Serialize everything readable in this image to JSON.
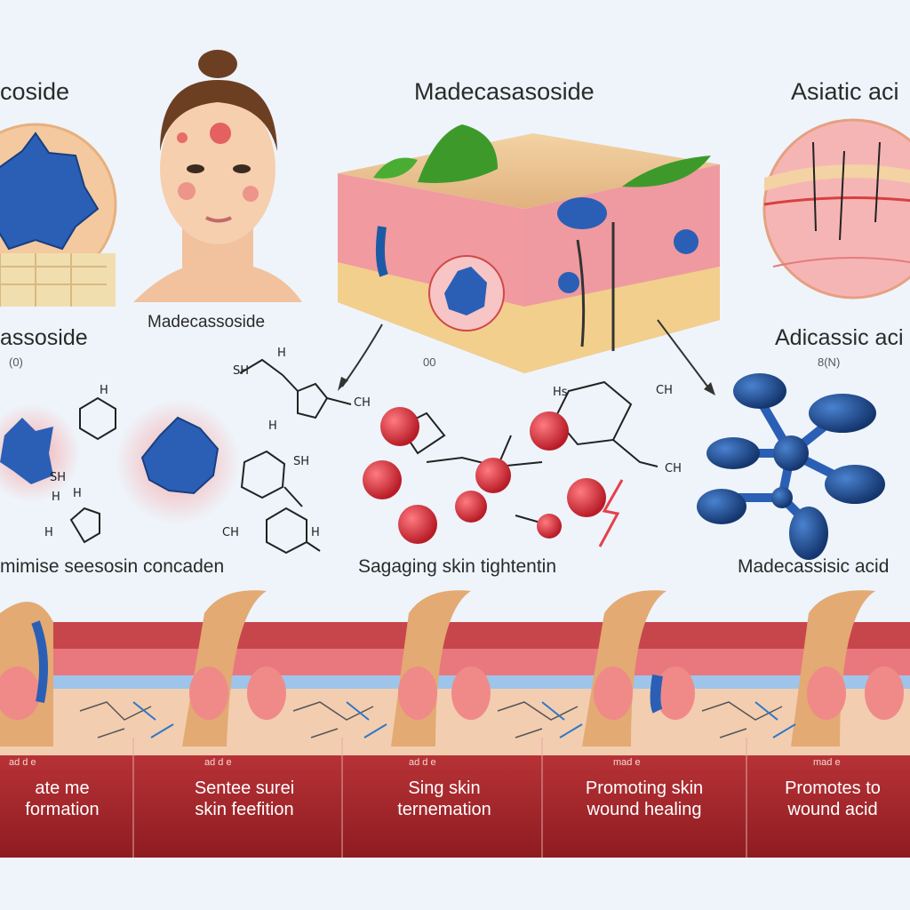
{
  "titles": {
    "left_top": "coside",
    "center_top": "Madecasasoside",
    "right_top": "Asiatic aci",
    "face_caption": "Madecassoside",
    "left_mid": "assoside",
    "right_mid": "Adicassic aci",
    "left_note": "(0)",
    "center_note": "00",
    "right_note": "8(N)"
  },
  "captions": {
    "left": "mimise seesosin concaden",
    "center": "Sagaging skin tightentin",
    "right": "Madecassisic acid"
  },
  "chem_labels": [
    "H",
    "H",
    "SH",
    "H",
    "CH",
    "H",
    "H",
    "SH",
    "CH",
    "H",
    "H",
    "CH",
    "CH",
    "Hs",
    "SH"
  ],
  "band": {
    "small_labels": [
      "ad d e",
      "ad d e",
      "ad d e",
      "mad e",
      "mad e"
    ],
    "items": [
      {
        "line1": "ate me",
        "line2": "formation"
      },
      {
        "line1": "Sentee surei",
        "line2": "skin feefition"
      },
      {
        "line1": "Sing skin",
        "line2": "ternemation"
      },
      {
        "line1": "Promoting skin",
        "line2": "wound healing"
      },
      {
        "line1": "Promotes to",
        "line2": "wound acid"
      }
    ]
  },
  "colors": {
    "band": "#a8282c",
    "skin": "#f0a7a0",
    "molecule_blue": "#1f4f9a",
    "molecule_red": "#d8303a",
    "leaf": "#3d9a2a"
  }
}
